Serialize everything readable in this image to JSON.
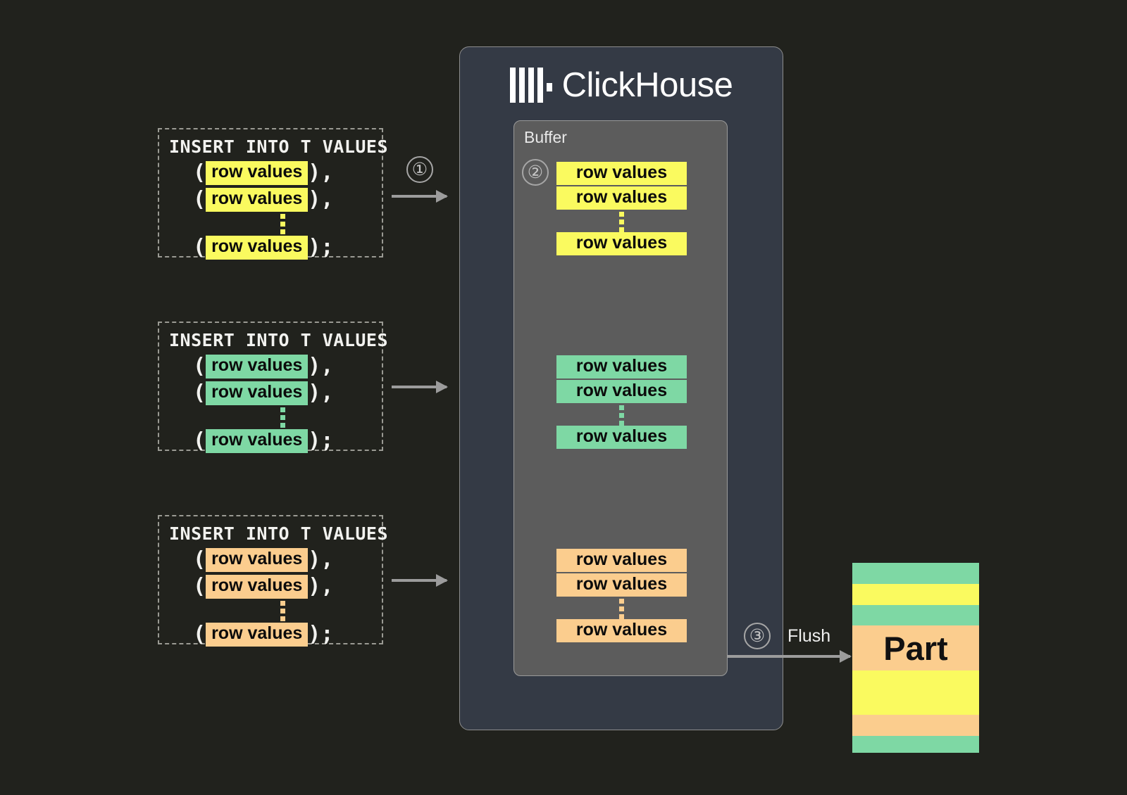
{
  "background_color": "#21221d",
  "colors": {
    "yellow": "#fafa5f",
    "green": "#7ed8a4",
    "orange": "#fbcd8e",
    "panel": "#343a45",
    "buffer": "#5c5c5c",
    "arrow": "#9c9c9c"
  },
  "inserts": [
    {
      "header": "INSERT INTO T VALUES",
      "color": "yellow",
      "rows": [
        {
          "open": "(",
          "label": "row values",
          "close": "),"
        },
        {
          "open": "(",
          "label": "row values",
          "close": "),"
        },
        {
          "ellipsis": true
        },
        {
          "open": "(",
          "label": "row values",
          "close": ");"
        }
      ]
    },
    {
      "header": "INSERT INTO T VALUES",
      "color": "green",
      "rows": [
        {
          "open": "(",
          "label": "row values",
          "close": "),"
        },
        {
          "open": "(",
          "label": "row values",
          "close": "),"
        },
        {
          "ellipsis": true
        },
        {
          "open": "(",
          "label": "row values",
          "close": ");"
        }
      ]
    },
    {
      "header": "INSERT INTO T VALUES",
      "color": "orange",
      "rows": [
        {
          "open": "(",
          "label": "row values",
          "close": "),"
        },
        {
          "open": "(",
          "label": "row values",
          "close": "),"
        },
        {
          "ellipsis": true
        },
        {
          "open": "(",
          "label": "row values",
          "close": ");"
        }
      ]
    }
  ],
  "clickhouse": {
    "logo_name": "clickhouse-logo-icon",
    "title": "ClickHouse",
    "buffer": {
      "label": "Buffer",
      "groups": [
        {
          "color": "yellow",
          "rows": [
            "row values",
            "row values"
          ],
          "ellipsis": true,
          "last_row": "row values"
        },
        {
          "color": "green",
          "rows": [
            "row values",
            "row values"
          ],
          "ellipsis": true,
          "last_row": "row values"
        },
        {
          "color": "orange",
          "rows": [
            "row values",
            "row values"
          ],
          "ellipsis": true,
          "last_row": "row values"
        }
      ]
    }
  },
  "steps": [
    {
      "id": "step-1",
      "label": "①"
    },
    {
      "id": "step-2",
      "label": "②"
    },
    {
      "id": "step-3",
      "label": "③"
    }
  ],
  "flush": {
    "label": "Flush"
  },
  "part": {
    "label": "Part",
    "stripes": [
      {
        "color": "green",
        "height": 30
      },
      {
        "color": "yellow",
        "height": 30
      },
      {
        "color": "green",
        "height": 29
      },
      {
        "color": "orange",
        "height": 64,
        "label_here": true
      },
      {
        "color": "yellow",
        "height": 63
      },
      {
        "color": "orange",
        "height": 30
      },
      {
        "color": "green",
        "height": 24
      }
    ]
  }
}
